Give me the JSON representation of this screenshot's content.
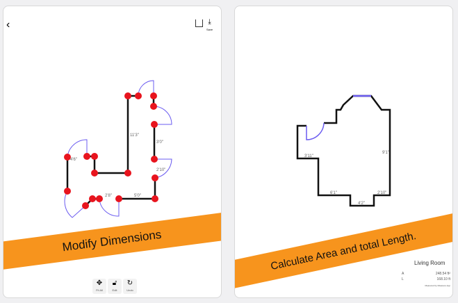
{
  "left_panel": {
    "back_icon": "chevron-left-icon",
    "share_icon": "share-icon",
    "save_label": "Save",
    "banner": "Modify Dimensions",
    "dimensions": [
      "2'8\"",
      "5'0\"",
      "4'6\"",
      "2'10\"",
      "3'0\"",
      "11'3\""
    ],
    "toolbar": [
      {
        "icon": "move-icon",
        "label": "Fit All"
      },
      {
        "icon": "unlock-icon",
        "label": "Edit"
      },
      {
        "icon": "undo-icon",
        "label": "Undo"
      }
    ],
    "wall_color": "#111111",
    "door_color": "#6b5cf0",
    "node_color": "#e8141e"
  },
  "right_panel": {
    "banner": "Calculate Area and total Length.",
    "dimensions": [
      "3'11\"",
      "6'1\"",
      "2'10\"",
      "4'2\"",
      "9'1\""
    ],
    "room_name": "Living Room",
    "area_label": "A",
    "area_value": "248.54 ft²",
    "length_label": "L",
    "length_value": "168.10 ft",
    "footer": "Measured by iMeasure App"
  },
  "accent": "#f7941d"
}
